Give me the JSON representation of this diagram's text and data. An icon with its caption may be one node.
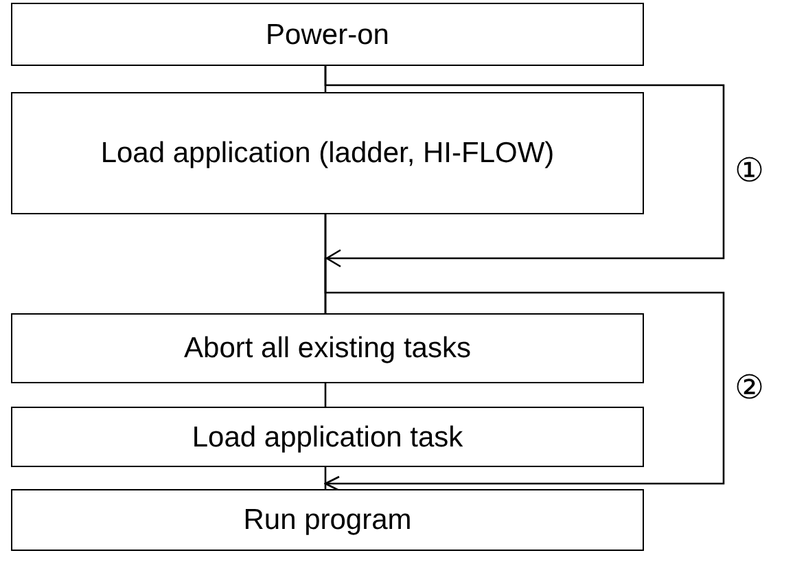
{
  "diagram": {
    "nodes": [
      {
        "text": [
          "Power-on"
        ]
      },
      {
        "text": [
          "Load application (ladder, HI-FLOW)"
        ]
      },
      {
        "text": [
          "Abort all existing tasks"
        ]
      },
      {
        "text": [
          "Load application task"
        ]
      },
      {
        "text": [
          "Run program"
        ]
      }
    ],
    "edges": [
      {
        "from": 0,
        "to": 1,
        "arrow": "none"
      },
      {
        "from": 1,
        "to": 2,
        "arrow": "none"
      },
      {
        "from": 2,
        "to": 3,
        "arrow": "none"
      },
      {
        "from": 3,
        "to": 4,
        "arrow": "none"
      },
      {
        "from": 0,
        "to": 2,
        "arrow": "to",
        "label": "①"
      },
      {
        "from": 1,
        "to": 4,
        "arrow": "to",
        "label": "②"
      }
    ]
  }
}
